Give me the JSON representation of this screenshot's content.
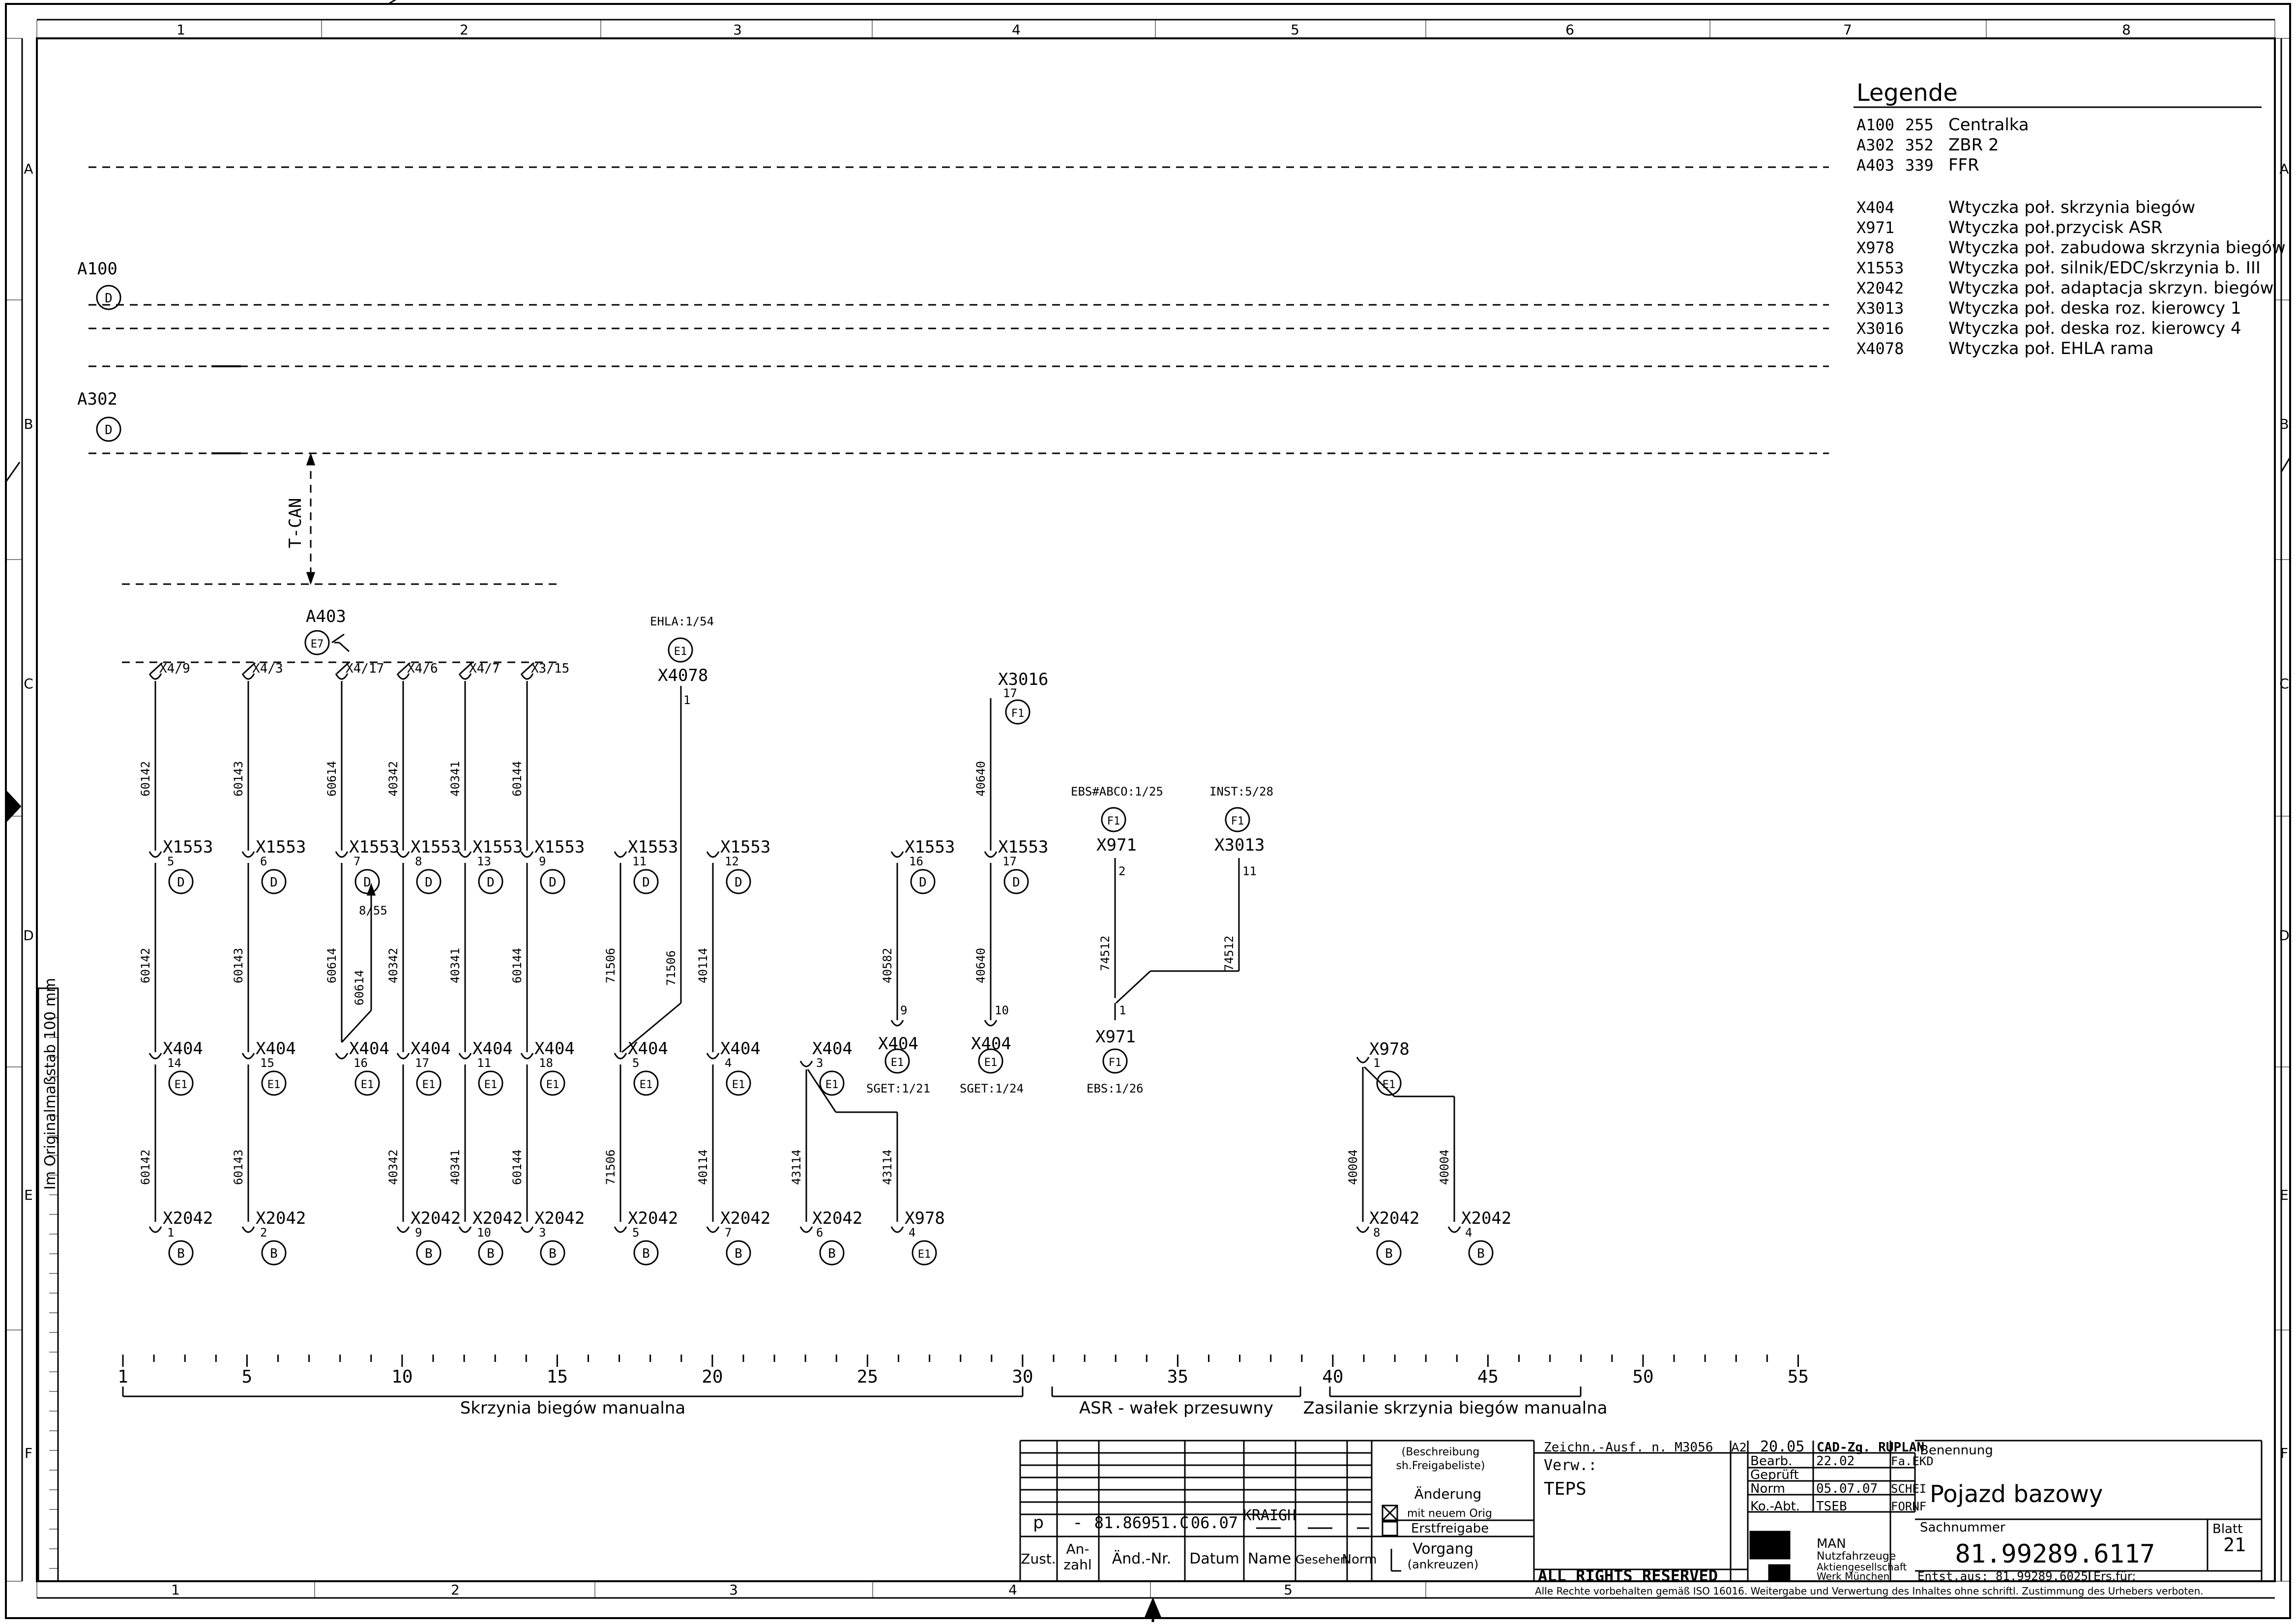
{
  "frame": {
    "columns": [
      "1",
      "2",
      "3",
      "4",
      "5",
      "6",
      "7",
      "8"
    ],
    "bottom_columns": [
      "1",
      "2",
      "3",
      "4",
      "5"
    ],
    "rows": [
      "A",
      "B",
      "C",
      "D",
      "E",
      "F"
    ],
    "scale_note": "Im Originalmaßstab 100 mm"
  },
  "legend": {
    "title": "Legende",
    "devices": [
      {
        "code": "A100",
        "num": "255",
        "name": "Centralka"
      },
      {
        "code": "A302",
        "num": "352",
        "name": "ZBR 2"
      },
      {
        "code": "A403",
        "num": "339",
        "name": "FFR"
      }
    ],
    "connectors": [
      {
        "code": "X404",
        "name": "Wtyczka poł. skrzynia biegów"
      },
      {
        "code": "X971",
        "name": "Wtyczka poł.przycisk ASR"
      },
      {
        "code": "X978",
        "name": "Wtyczka poł. zabudowa skrzynia biegów"
      },
      {
        "code": "X1553",
        "name": "Wtyczka poł. silnik/EDC/skrzynia b. III"
      },
      {
        "code": "X2042",
        "name": "Wtyczka poł. adaptacja skrzyn. biegów"
      },
      {
        "code": "X3013",
        "name": "Wtyczka poł. deska roz. kierowcy 1"
      },
      {
        "code": "X3016",
        "name": "Wtyczka poł. deska roz. kierowcy 4"
      },
      {
        "code": "X4078",
        "name": "Wtyczka poł. EHLA rama"
      }
    ]
  },
  "diagram": {
    "a100": {
      "label": "A100",
      "loc": "D"
    },
    "a302": {
      "label": "A302",
      "loc": "D"
    },
    "tcan": "T-CAN",
    "a403": {
      "label": "A403",
      "loc": "E7"
    },
    "pins": [
      "X4/9",
      "X4/3",
      "X4/17",
      "X4/6",
      "X4/7",
      "X3/15"
    ],
    "x4078": {
      "ref": "EHLA:1/54",
      "loc": "E1",
      "label": "X4078",
      "pin": "1"
    },
    "x3016": {
      "label": "X3016",
      "pin": "17",
      "loc": "F1"
    },
    "x971_top": {
      "ref": "EBS#ABCO:1/25",
      "loc": "F1",
      "label": "X971",
      "pin": "2"
    },
    "x3013": {
      "ref": "INST:5/28",
      "loc": "F1",
      "label": "X3013",
      "pin": "11"
    },
    "x971_bot": {
      "label": "X971",
      "pin": "1",
      "loc": "F1",
      "ref": "EBS:1/26"
    },
    "ref_855": "8/55",
    "sget1": "SGET:1/21",
    "sget2": "SGET:1/24",
    "x1553": {
      "label": "X1553",
      "loc": "D",
      "pins": [
        "5",
        "6",
        "7",
        "8",
        "13",
        "9",
        "11",
        "12",
        "16",
        "17"
      ]
    },
    "x404": {
      "label": "X404",
      "loc": "E1",
      "pins": [
        "14",
        "15",
        "16",
        "17",
        "11",
        "18",
        "5",
        "4",
        "3",
        "9",
        "10"
      ]
    },
    "x2042": {
      "label": "X2042",
      "loc": "B",
      "pins": [
        "1",
        "2",
        "9",
        "10",
        "3",
        "5",
        "7",
        "6",
        "8",
        "4"
      ]
    },
    "x978": {
      "label": "X978",
      "loc": "E1",
      "pins": [
        "4",
        "1"
      ]
    },
    "wires": [
      "60142",
      "60143",
      "60614",
      "40342",
      "40341",
      "60144",
      "71506",
      "40114",
      "40582",
      "40640",
      "74512",
      "43114",
      "40004"
    ]
  },
  "scale": {
    "numbers": [
      "1",
      "5",
      "10",
      "15",
      "20",
      "25",
      "30",
      "35",
      "40",
      "45",
      "50",
      "55"
    ],
    "groups": [
      "Skrzynia biegów manualna",
      "ASR - wałek przesuwny",
      "Zasilanie skrzynia biegów manualna"
    ]
  },
  "title_block": {
    "rev": {
      "zust": "p",
      "anzahl": "-",
      "aend_nr": "81.86951.C",
      "datum": "06.07",
      "name": "KRAIGH"
    },
    "headers": {
      "zust": "Zust.",
      "anzahl": "An-\nzahl",
      "aend_nr": "Änd.-Nr.",
      "datum": "Datum",
      "name": "Name",
      "gesehen": "Gesehen",
      "norm": "Norm"
    },
    "vorgang": [
      "(Beschreibung",
      "sh.Freigabeliste)",
      "Änderung",
      "mit neuem Orig",
      "Erstfreigabe",
      "Vorgang",
      "(ankreuzen)"
    ],
    "zeichn": "Zeichn.-Ausf. n. M3056",
    "format": "A2",
    "verw_label": "Verw.:",
    "verw": "TEPS",
    "rights": "ALL RIGHTS RESERVED",
    "version": "20.05",
    "cad": "CAD-Zg. RUPLAN",
    "rows": [
      {
        "label": "Bearb.",
        "date": "22.02",
        "name": "Fa.EKD"
      },
      {
        "label": "Geprüft",
        "date": "",
        "name": ""
      },
      {
        "label": "Norm",
        "date": "05.07.07",
        "name": "SCHEI"
      },
      {
        "label": "Ko.-Abt.",
        "date": "TSEB",
        "name": "FORNF"
      }
    ],
    "company": [
      "MAN",
      "Nutzfahrzeuge",
      "Aktiengesellschaft",
      "Werk München"
    ],
    "benennung_label": "Benennung",
    "title": "Pojazd bazowy",
    "sach_label": "Sachnummer",
    "sachnummer": "81.99289.6117",
    "blatt_label": "Blatt",
    "blatt": "21",
    "entst": "Entst.aus: 81.99289.6025",
    "ersfur": "Ers.für:",
    "copyright": "Alle Rechte vorbehalten gemäß ISO 16016. Weitergabe und Verwertung des Inhaltes ohne schriftl. Zustimmung des Urhebers verboten."
  }
}
